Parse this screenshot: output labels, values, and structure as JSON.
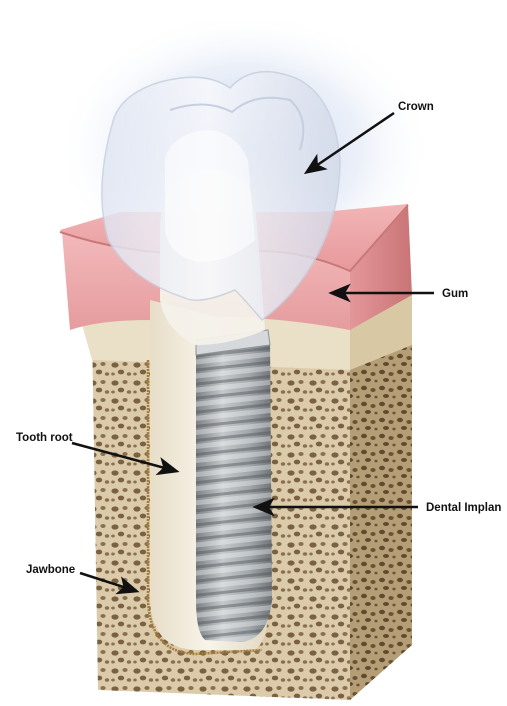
{
  "labels": {
    "crown": "Crown",
    "gum": "Gum",
    "tooth_root": "Tooth root",
    "dental_implant": "Dental Implan",
    "jawbone": "Jawbone"
  },
  "colors": {
    "gum": "#e8a4a6",
    "bone": "#d8c8a6",
    "crown": "#eef0f6",
    "implant": "#9da2a6",
    "root": "#efe9d9"
  }
}
